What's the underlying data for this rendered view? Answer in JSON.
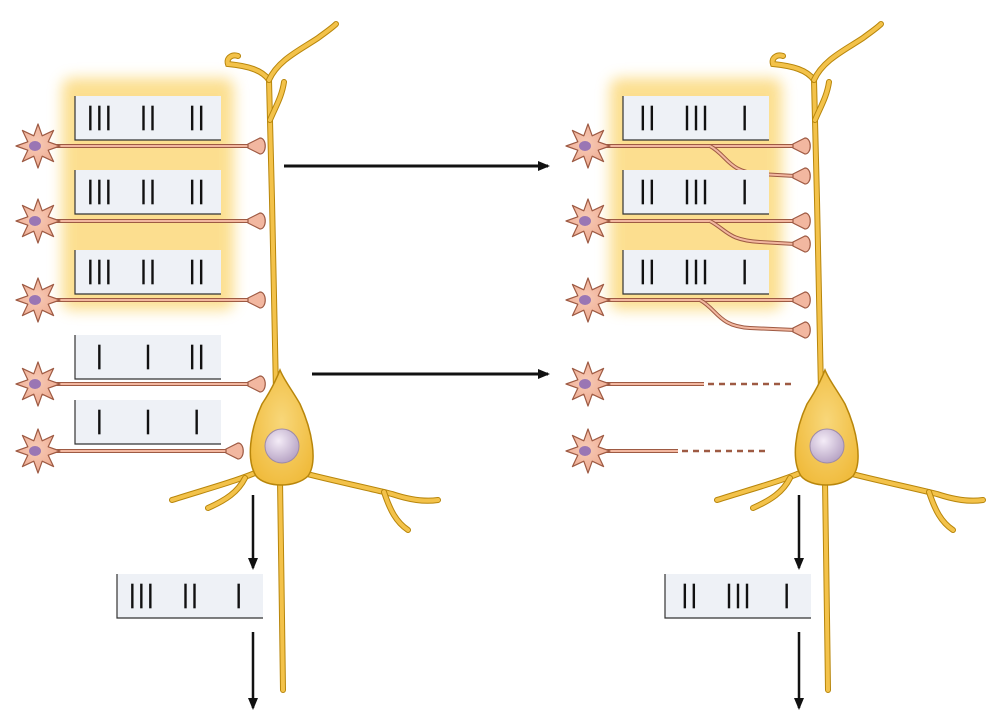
{
  "colors": {
    "postsynaptic_fill": "#f3c24a",
    "postsynaptic_stroke": "#b8860b",
    "presynaptic_fill": "#f2b7a0",
    "presynaptic_stroke": "#9e5a43",
    "soma_nucleus": "#d9c8e0",
    "glow": "#fbd46a",
    "spike_panel_fill": "#eef1f6",
    "spike_panel_stroke": "#333333",
    "spike": "#111111",
    "arrow": "#111111"
  },
  "icons": {
    "presynaptic_neuron": "star-shaped-neuron-icon",
    "postsynaptic_neuron": "pyramidal-neuron-icon",
    "arrow": "arrow-right-icon"
  },
  "left_panel": {
    "inputs": [
      {
        "pattern": [
          3,
          2,
          2
        ],
        "synchronized": true
      },
      {
        "pattern": [
          3,
          2,
          2
        ],
        "synchronized": true
      },
      {
        "pattern": [
          3,
          2,
          2
        ],
        "synchronized": true
      },
      {
        "pattern": [
          1,
          1,
          2
        ],
        "synchronized": false
      },
      {
        "pattern": [
          1,
          1,
          1
        ],
        "synchronized": false
      }
    ],
    "output_pattern": [
      3,
      2,
      1
    ]
  },
  "right_panel": {
    "inputs": [
      {
        "pattern": [
          2,
          3,
          1
        ],
        "synchronized": true,
        "sprouted": true
      },
      {
        "pattern": [
          2,
          3,
          1
        ],
        "synchronized": true,
        "sprouted": true
      },
      {
        "pattern": [
          2,
          3,
          1
        ],
        "synchronized": true,
        "sprouted": true
      },
      {
        "pattern": null,
        "synchronized": false,
        "retracted": true
      },
      {
        "pattern": null,
        "synchronized": false,
        "retracted": true
      }
    ],
    "output_pattern": [
      2,
      3,
      1
    ]
  }
}
